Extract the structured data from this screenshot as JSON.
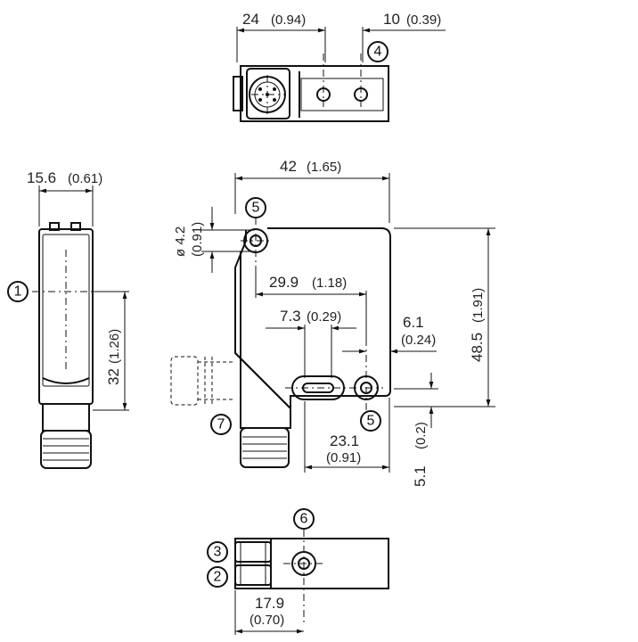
{
  "dims": {
    "top_width_mm": "24",
    "top_width_in": "(0.94)",
    "top_offset_mm": "10",
    "top_offset_in": "(0.39)",
    "side_width_mm": "15.6",
    "side_width_in": "(0.61)",
    "side_height_mm": "32",
    "side_height_in": "(1.26)",
    "front_width_mm": "42",
    "front_width_in": "(1.65)",
    "hole_dia_mm": "ø 4.2",
    "hole_dia_in": "(0.91)",
    "hole_spacing_mm": "29.9",
    "hole_spacing_in": "(1.18)",
    "slot_mm": "7.3",
    "slot_in": "(0.29)",
    "edge_mm": "6.1",
    "edge_in": "(0.24)",
    "height_mm": "48.5",
    "height_in": "(1.91)",
    "bottom_offset_mm": "23.1",
    "bottom_offset_in": "(0.91)",
    "bottom_edge_mm": "5.1",
    "bottom_edge_in": "(0.2)",
    "bottom_view_mm": "17.9",
    "bottom_view_in": "(0.70)"
  },
  "callouts": {
    "c1": "1",
    "c2": "2",
    "c3": "3",
    "c4": "4",
    "c5a": "5",
    "c5b": "5",
    "c6": "6",
    "c7": "7"
  }
}
